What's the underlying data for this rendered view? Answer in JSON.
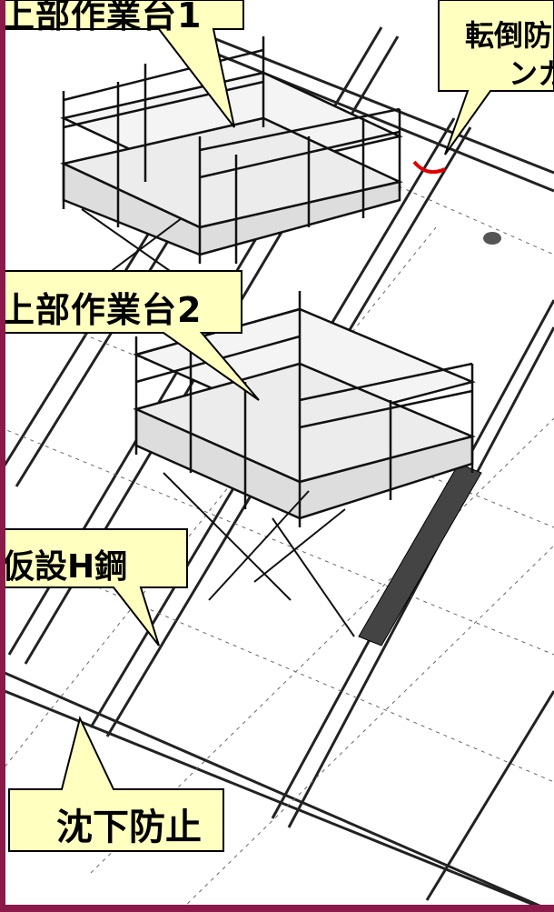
{
  "callouts": {
    "platform1": "上部作業台1",
    "platform2": "上部作業台2",
    "temp_h_beam": "仮設H鋼",
    "anti_settlement": "沈下防止",
    "anti_tip_line1": "転倒防",
    "anti_tip_line2": "ン",
    "anti_tip_line2b": "カ"
  },
  "colors": {
    "frame": "#8b1a4a",
    "callout_fill": "#ffffc0",
    "callout_stroke": "#000000",
    "marker": "#e00000"
  }
}
